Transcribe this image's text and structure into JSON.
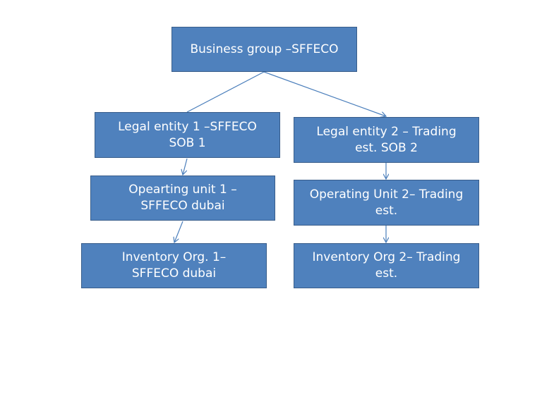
{
  "diagram": {
    "nodes": {
      "business_group": "Business group –SFFECO",
      "legal_entity_1": "Legal entity  1 –SFFECO\nSOB 1",
      "legal_entity_2": "Legal entity 2 – Trading\nest. SOB 2",
      "operating_unit_1": "Opearting unit 1 –\nSFFECO dubai",
      "operating_unit_2": "Operating Unit 2– Trading\nest.",
      "inventory_org_1": "Inventory Org. 1–\nSFFECO dubai",
      "inventory_org_2": "Inventory Org 2– Trading\nest."
    },
    "edges": [
      {
        "from": "business_group",
        "to": "legal_entity_1"
      },
      {
        "from": "business_group",
        "to": "legal_entity_2"
      },
      {
        "from": "legal_entity_1",
        "to": "operating_unit_1"
      },
      {
        "from": "legal_entity_2",
        "to": "operating_unit_2"
      },
      {
        "from": "operating_unit_1",
        "to": "inventory_org_1"
      },
      {
        "from": "operating_unit_2",
        "to": "inventory_org_2"
      }
    ],
    "colors": {
      "box_fill": "#4f81bd",
      "box_border": "#385d8a",
      "connector": "#4a7ebb",
      "text": "#ffffff"
    }
  }
}
